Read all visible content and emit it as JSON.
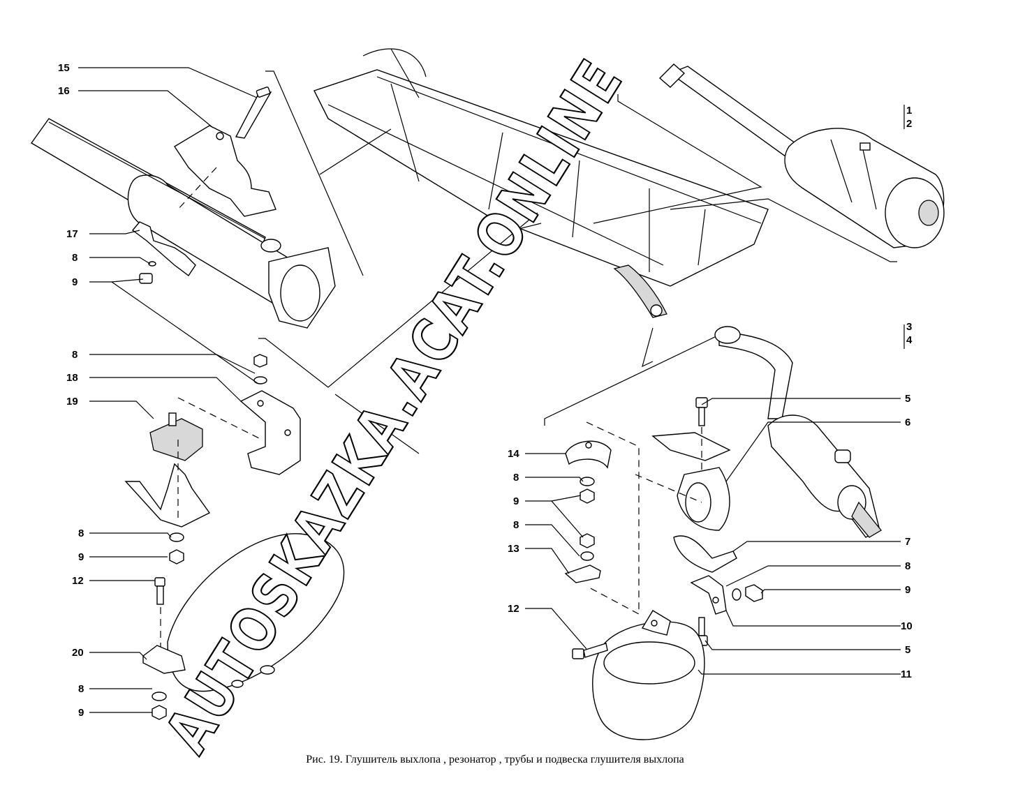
{
  "caption": "Рис. 19. Глушитель выхлопа , резонатор , трубы и подвеска глушителя выхлопа",
  "watermark": "AUTOSKAZKA.ACAT.ONLINE",
  "labels": {
    "l15": "15",
    "l16": "16",
    "l17": "17",
    "l8a": "8",
    "l9a": "9",
    "l8b": "8",
    "l18": "18",
    "l19": "19",
    "l8c": "8",
    "l9b": "9",
    "l12a": "12",
    "l20": "20",
    "l8d": "8",
    "l9c": "9",
    "l1": "1",
    "l2": "2",
    "l3": "3",
    "l4": "4",
    "l5a": "5",
    "l6": "6",
    "l14": "14",
    "l8e": "8",
    "l9d": "9",
    "l8f": "8",
    "l13": "13",
    "l7": "7",
    "l8g": "8",
    "l9e": "9",
    "l10": "10",
    "l12b": "12",
    "l5b": "5",
    "l11": "11"
  }
}
